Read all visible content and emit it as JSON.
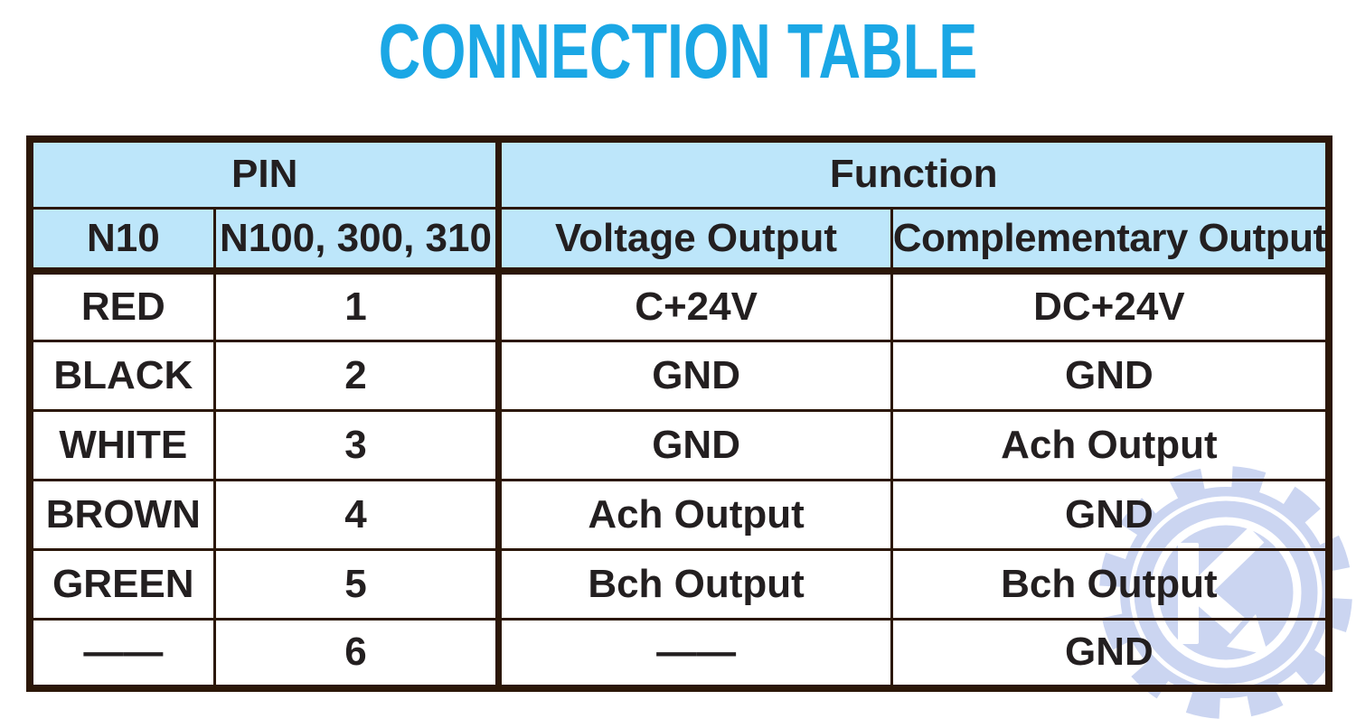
{
  "page": {
    "title": "CONNECTION TABLE"
  },
  "colors": {
    "accent_cyan": "#1BA7E5",
    "header_bg": "#BDE6FA",
    "table_border": "#2B1708",
    "text_dark": "#231F20",
    "watermark_blue": "#CBD5F1",
    "background": "#FFFFFF"
  },
  "table": {
    "group_headers": [
      {
        "label": "PIN"
      },
      {
        "label": "Function"
      }
    ],
    "column_headers": [
      {
        "label": "N10"
      },
      {
        "label": "N100, 300, 310"
      },
      {
        "label": "Voltage Output"
      },
      {
        "label": "Complementary Output"
      }
    ],
    "rows": [
      {
        "wire": "RED",
        "pin": "1",
        "voltage_output": "C+24V",
        "complementary_output": "DC+24V"
      },
      {
        "wire": "BLACK",
        "pin": "2",
        "voltage_output": "GND",
        "complementary_output": "GND"
      },
      {
        "wire": "WHITE",
        "pin": "3",
        "voltage_output": "GND",
        "complementary_output": "Ach Output"
      },
      {
        "wire": "BROWN",
        "pin": "4",
        "voltage_output": "Ach Output",
        "complementary_output": "GND"
      },
      {
        "wire": "GREEN",
        "pin": "5",
        "voltage_output": "Bch Output",
        "complementary_output": "Bch Output"
      },
      {
        "wire": "——",
        "pin": "6",
        "voltage_output": "——",
        "complementary_output": "GND"
      }
    ]
  },
  "watermark": {
    "icon": "gear-k-logo",
    "letter": "K"
  }
}
